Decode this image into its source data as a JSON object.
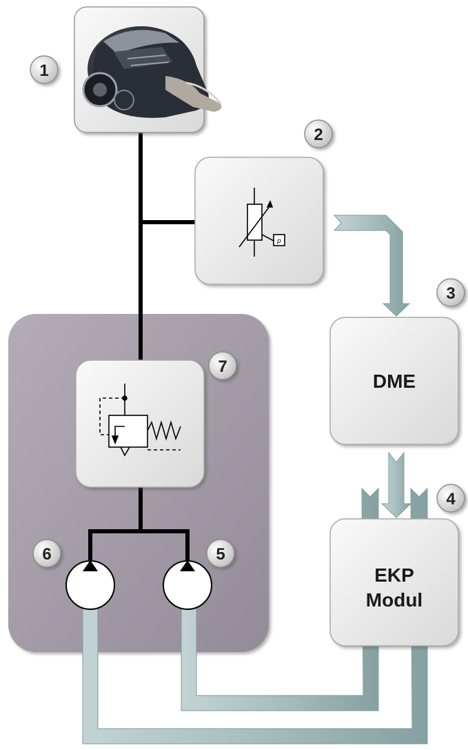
{
  "badges": {
    "b1": "1",
    "b2": "2",
    "b3": "3",
    "b4": "4",
    "b5": "5",
    "b6": "6",
    "b7": "7"
  },
  "boxes": {
    "dme_label": "DME",
    "ekp_label_line1": "EKP",
    "ekp_label_line2": "Modul",
    "sensor_p_label": "p"
  },
  "colors": {
    "signal_line": "#9fb5b7",
    "signal_edge": "#6f8c8f",
    "hydraulic_line": "#000000",
    "pump_housing": "#a29aa6",
    "box_fill": "#ececec",
    "badge_fill": "#dcdcdc"
  },
  "icons": {
    "engine": "engine-photo-icon",
    "pressure_sensor": "pressure-sensor-symbol",
    "pressure_valve": "pressure-relief-valve-symbol",
    "pump": "pump-symbol"
  }
}
